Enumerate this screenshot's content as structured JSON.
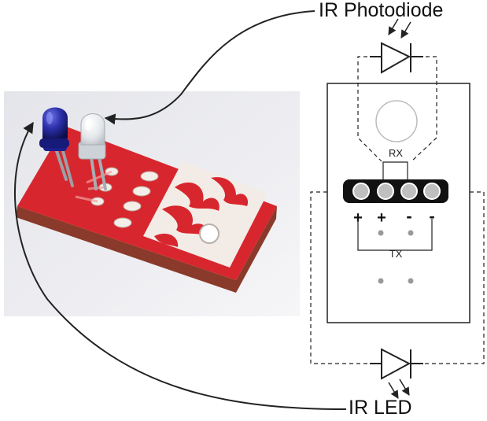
{
  "labels": {
    "photodiode": "IR Photodiode",
    "led": "IR LED",
    "rx": "RX",
    "tx": "TX",
    "pins": [
      "+",
      "+",
      "-",
      "-"
    ]
  },
  "colors": {
    "pcb_red": "#d8262e",
    "pcb_silk": "#f3ece6",
    "led_blue": "#1c1f8c",
    "photodiode_clear": "#e9ecef",
    "header_black": "#111111",
    "line": "#222222"
  }
}
